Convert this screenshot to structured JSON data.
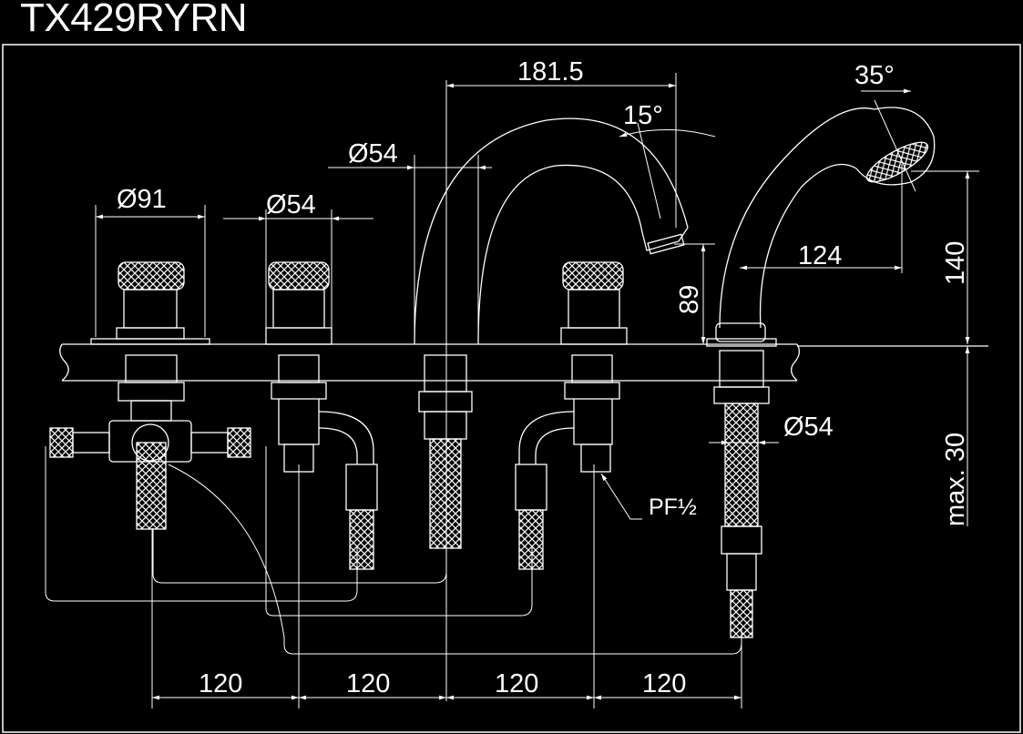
{
  "title": "TX429RYRN",
  "dimensions": {
    "spout_reach": "181.5",
    "spout_angle": "15°",
    "shower_angle": "35°",
    "spout_dia": "Ø54",
    "handle_dia_left": "Ø91",
    "handle_dia_mid": "Ø54",
    "spout_height": "89",
    "shower_reach": "124",
    "shower_height": "140",
    "shower_base_dia": "Ø54",
    "deck_max": "max. 30",
    "thread": "PF½",
    "spacing": [
      "120",
      "120",
      "120",
      "120"
    ]
  },
  "colors": {
    "background": "#000000",
    "line": "#ffffff"
  }
}
